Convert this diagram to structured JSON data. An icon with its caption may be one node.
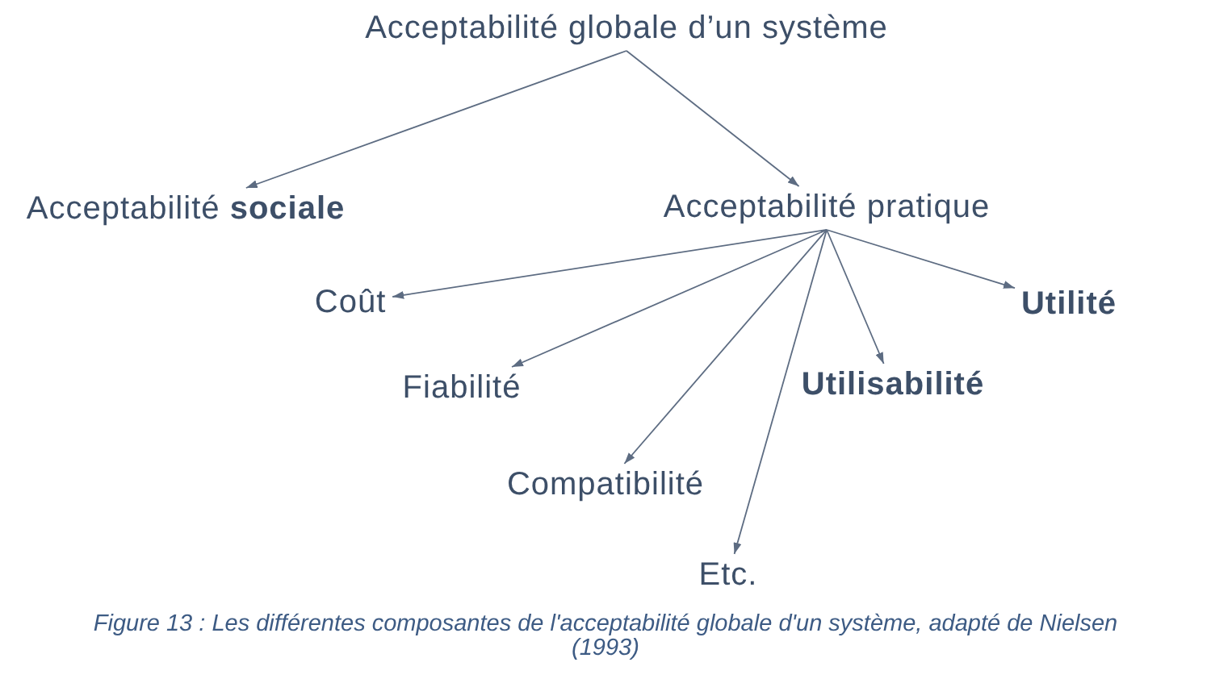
{
  "diagram": {
    "caption": "Figure 13 : Les différentes composantes de l'acceptabilité globale d'un système, adapté de Nielsen (1993)",
    "nodes": [
      {
        "text": [
          "Acceptabilité globale d’un système"
        ]
      },
      {
        "text": [
          "Acceptabilité **sociale**"
        ]
      },
      {
        "text": [
          "Acceptabilité pratique"
        ]
      },
      {
        "text": [
          "Coût"
        ]
      },
      {
        "text": [
          "Utilité"
        ]
      },
      {
        "text": [
          "Fiabilité"
        ]
      },
      {
        "text": [
          "Utilisabilité"
        ]
      },
      {
        "text": [
          "Compatibilité"
        ]
      },
      {
        "text": [
          "Etc."
        ]
      }
    ],
    "edges": [
      {
        "from": 0,
        "to": 1,
        "arrow": "to"
      },
      {
        "from": 0,
        "to": 2,
        "arrow": "to"
      },
      {
        "from": 2,
        "to": 3,
        "arrow": "to"
      },
      {
        "from": 2,
        "to": 5,
        "arrow": "to"
      },
      {
        "from": 2,
        "to": 7,
        "arrow": "to"
      },
      {
        "from": 2,
        "to": 8,
        "arrow": "to"
      },
      {
        "from": 2,
        "to": 6,
        "arrow": "to"
      },
      {
        "from": 2,
        "to": 4,
        "arrow": "to"
      }
    ]
  }
}
